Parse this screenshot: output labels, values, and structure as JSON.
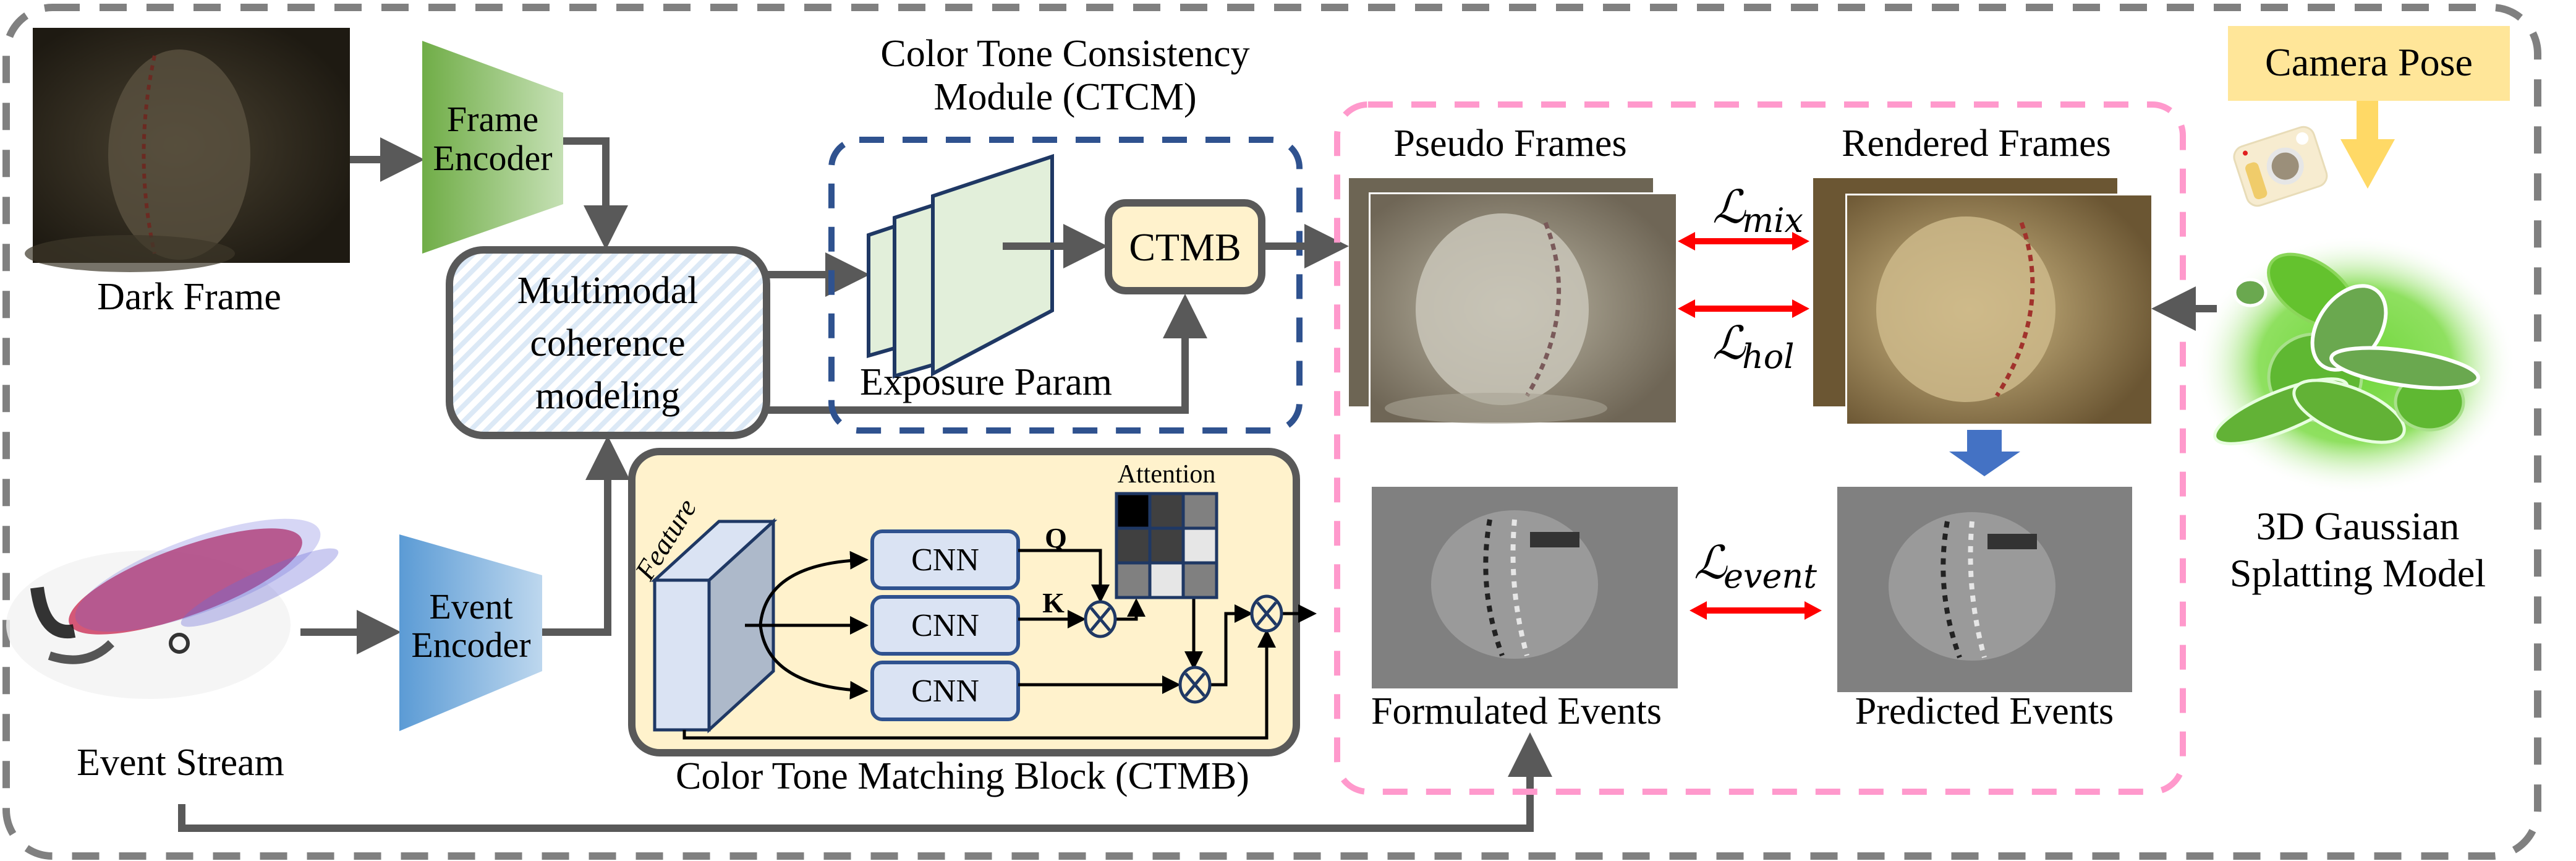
{
  "colors": {
    "outer_border": "#808080",
    "ctcm_border": "#2f528f",
    "supervision_border": "#ff99cc",
    "arrow_gray": "#595959",
    "loss_arrow": "#ff0000",
    "render_arrow": "#4472c4",
    "frame_encoder": "#70ad47",
    "event_encoder": "#5b9bd5",
    "ctmb_fill": "#fff2cc",
    "camera_pose_fill": "#ffe699",
    "camera_pose_arrow": "#ffd966",
    "cnn_fill": "#dae3f3",
    "feature_map_fill": "#e2efda"
  },
  "inputs": {
    "dark_frame": {
      "label": "Dark Frame",
      "image": "dark-baseball-frame"
    },
    "event_stream": {
      "label": "Event Stream",
      "image": "event-point-cloud"
    }
  },
  "encoders": {
    "frame": {
      "line1": "Frame",
      "line2": "Encoder"
    },
    "event": {
      "line1": "Event",
      "line2": "Encoder"
    }
  },
  "multimodal": {
    "line1": "Multimodal",
    "line2": "coherence",
    "line3": "modeling"
  },
  "ctcm": {
    "title_line1": "Color Tone Consistency",
    "title_line2": "Module (CTCM)",
    "exposure_label": "Exposure Param",
    "ctmb_label": "CTMB"
  },
  "ctmb_block": {
    "caption": "Color Tone Matching Block (CTMB)",
    "feature_label": "Feature",
    "cnn_labels": [
      "CNN",
      "CNN",
      "CNN"
    ],
    "q_label": "Q",
    "k_label": "K",
    "attention_label": "Attention",
    "attention_matrix": [
      [
        "#000000",
        "#404040",
        "#808080"
      ],
      [
        "#404040",
        "#404040",
        "#e6e6e6"
      ],
      [
        "#808080",
        "#e6e6e6",
        "#808080"
      ]
    ],
    "multiply_symbol": "⊗"
  },
  "supervision": {
    "pseudo_frames": "Pseudo Frames",
    "rendered_frames": "Rendered Frames",
    "formulated_events": "Formulated Events",
    "predicted_events": "Predicted Events",
    "loss_mix": {
      "symbol": "ℒ",
      "sub": "mix"
    },
    "loss_hol": {
      "symbol": "ℒ",
      "sub": "hol"
    },
    "loss_event": {
      "symbol": "ℒ",
      "sub": "event"
    }
  },
  "gaussian": {
    "camera_pose": "Camera Pose",
    "label_line1": "3D Gaussian",
    "label_line2": "Splatting Model"
  }
}
